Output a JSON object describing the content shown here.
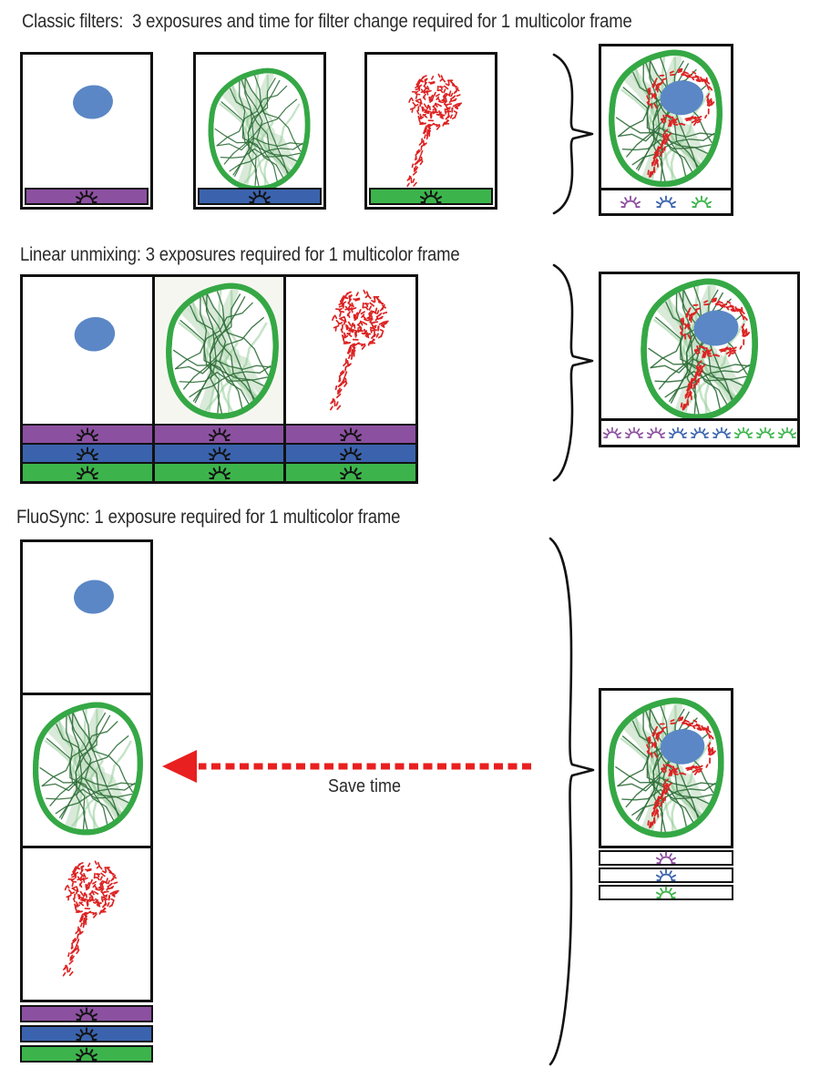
{
  "figure": {
    "sections": [
      {
        "id": "classic-filters",
        "title": "Classic filters:  3 exposures and time for filter change required for 1 multicolor frame",
        "exposures": "3",
        "panels": [
          "nucleus",
          "cytoskeleton",
          "mitochondria"
        ],
        "panel_bar_colors": [
          "purple",
          "blue",
          "green"
        ],
        "merged_bar_icons": [
          "purple",
          "blue",
          "green"
        ]
      },
      {
        "id": "linear-unmixing",
        "title": "Linear unmixing: 3 exposures required for 1 multicolor frame",
        "exposures": "3",
        "panels": [
          "nucleus",
          "cytoskeleton",
          "mitochondria"
        ],
        "panel_bar_colors": [
          "purple",
          "blue",
          "green"
        ],
        "merged_bar_icons": [
          "purple",
          "purple",
          "purple",
          "blue",
          "blue",
          "blue",
          "green",
          "green",
          "green"
        ]
      },
      {
        "id": "fluosync",
        "title": "FluoSync: 1 exposure required for 1 multicolor frame",
        "exposures": "1",
        "panels": [
          "nucleus",
          "cytoskeleton",
          "mitochondria"
        ],
        "panel_bar_colors": [
          "purple",
          "blue",
          "green"
        ],
        "merged_bar_icons": [
          "purple",
          "blue",
          "green"
        ],
        "arrow_label": "Save time"
      }
    ],
    "icons": {
      "light_source": "lamp-rays-icon",
      "filter_change": "rotation-arrows-icon",
      "merge": "curly-brace",
      "save_time": "red-dashed-arrow-left"
    },
    "colors": {
      "purple": "#8c50a0",
      "blue": "#3b63ad",
      "green": "#3cb44b",
      "nucleus_blue": "#5b87c6",
      "cell_green": "#35a845",
      "cyto_dark": "#2f6e38",
      "cyto_light": "#bfdcbf",
      "dot_red": "#dd2323",
      "arrow_red": "#e8201f",
      "outline": "#121212"
    }
  }
}
